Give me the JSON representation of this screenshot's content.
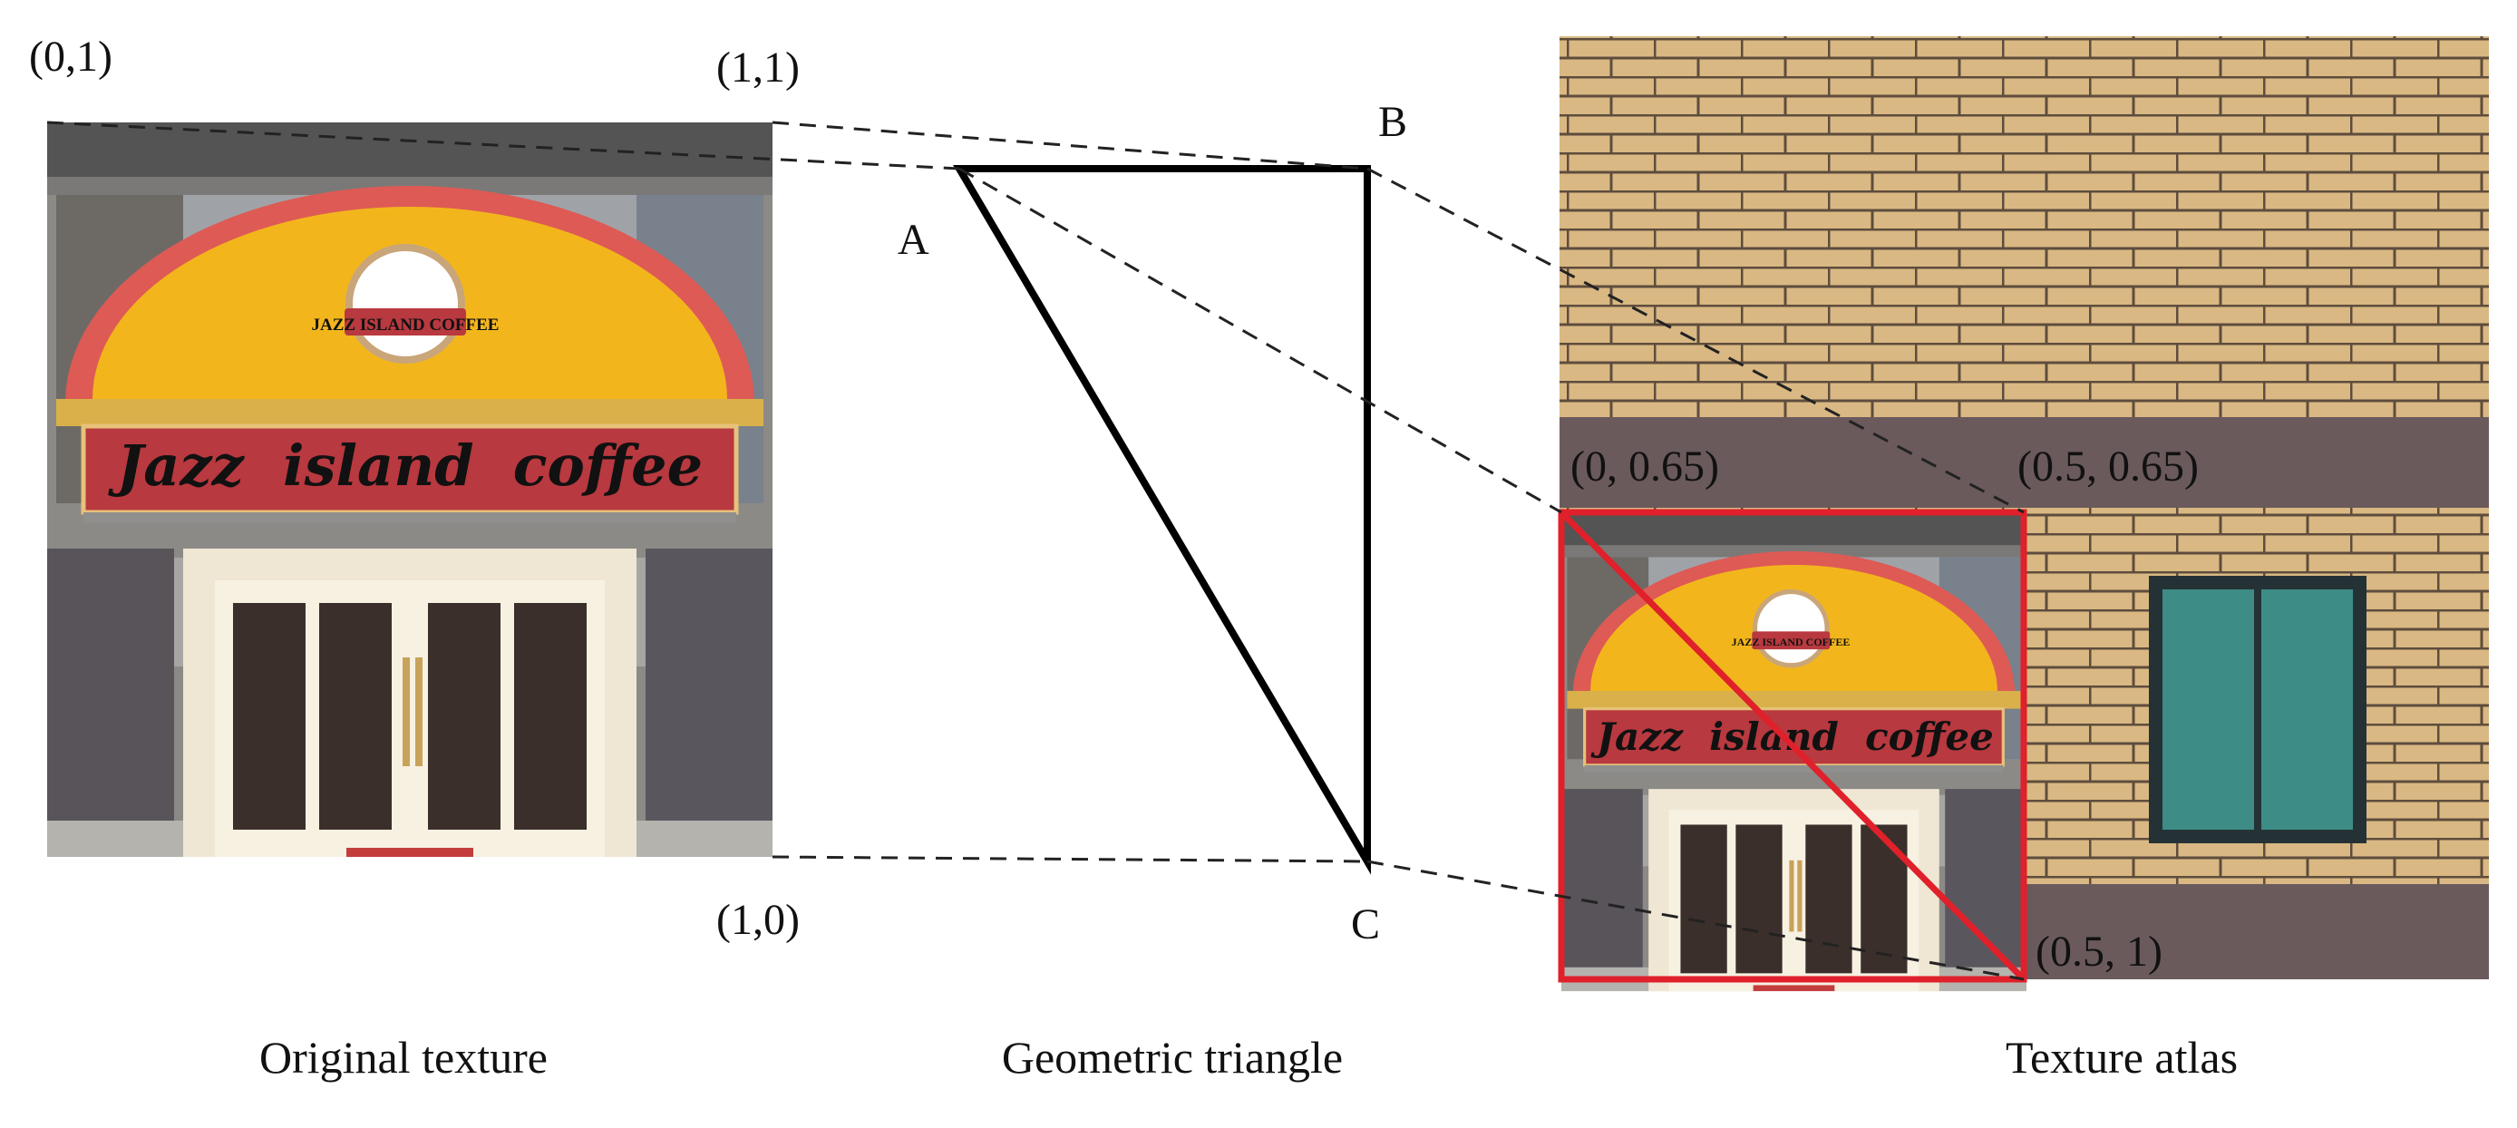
{
  "original_texture": {
    "caption": "Original texture",
    "corner_labels": {
      "top_left": "(0,1)",
      "top_right": "(1,1)",
      "bottom_right": "(1,0)"
    },
    "sign_text": "Jazz  island  coffee",
    "logo_text": "JAZZ ISLAND COFFEE"
  },
  "geometric_triangle": {
    "caption": "Geometric triangle",
    "vertices": {
      "a": "A",
      "b": "B",
      "c": "C"
    }
  },
  "texture_atlas": {
    "caption": "Texture atlas",
    "region_labels": {
      "top_left": "(0, 0.65)",
      "top_right": "(0.5, 0.65)",
      "bottom_right": "(0.5, 1)"
    },
    "highlight_color": "#e0202a",
    "sign_text": "Jazz  island  coffee",
    "logo_text": "JAZZ ISLAND COFFEE"
  },
  "colors": {
    "brick": "#d9b883",
    "mortar": "#5e4d3d",
    "wall_band": "#6b5a5c",
    "awning": "#f2b61c",
    "awning_rim": "#de5a55",
    "sign_board": "#b8393f",
    "window_glass": "#3e8c86"
  }
}
